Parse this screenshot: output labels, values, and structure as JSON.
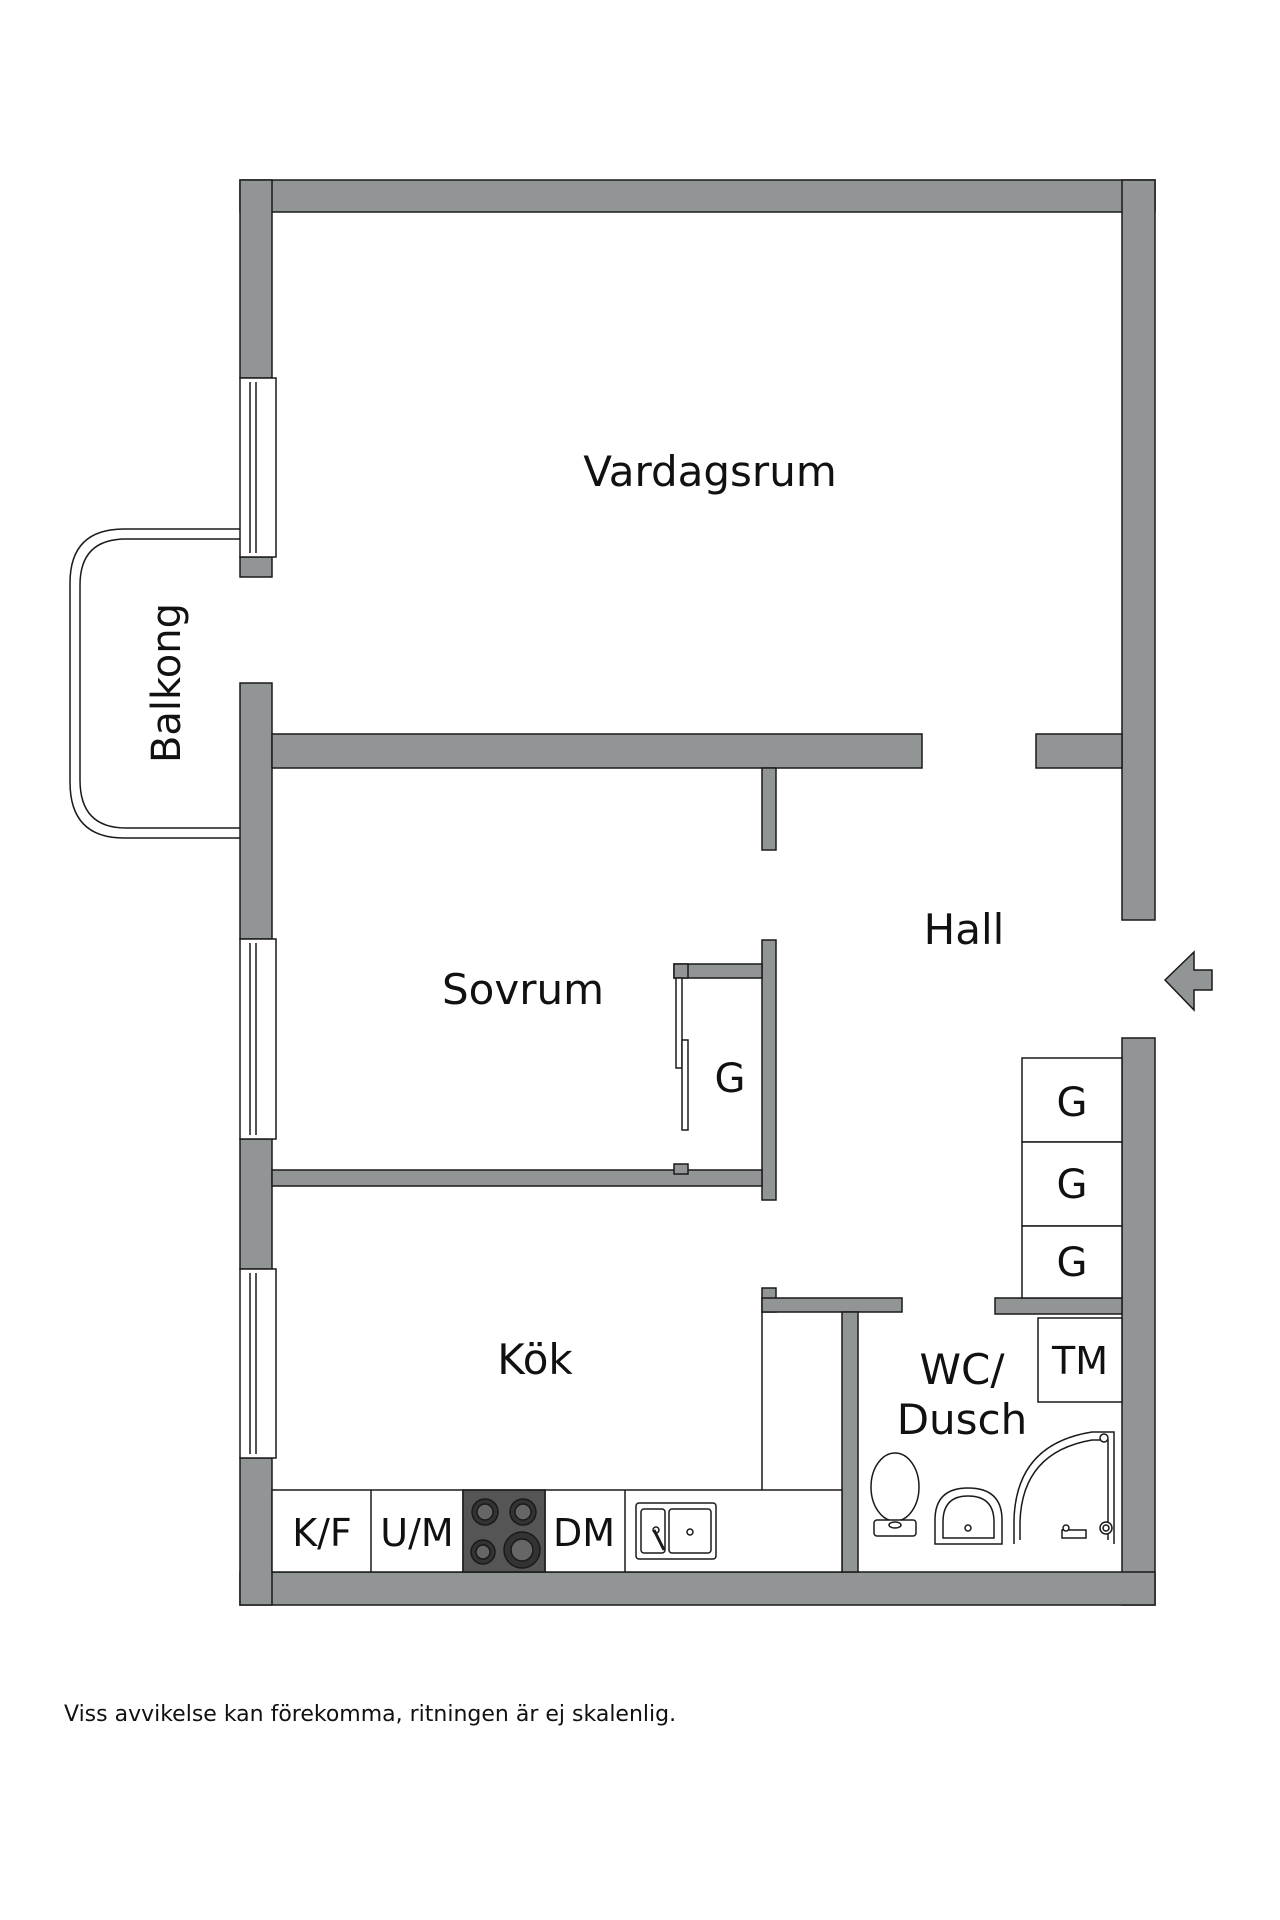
{
  "floorplan": {
    "rooms": {
      "living_room": "Vardagsrum",
      "balcony": "Balkong",
      "bedroom": "Sovrum",
      "hall": "Hall",
      "kitchen": "Kök",
      "bathroom_line1": "WC/",
      "bathroom_line2": "Dusch"
    },
    "closets": {
      "bedroom_closet": "G",
      "hall_closet_1": "G",
      "hall_closet_2": "G",
      "hall_closet_3": "G"
    },
    "appliances": {
      "fridge_freezer": "K/F",
      "oven_microwave": "U/M",
      "dishwasher": "DM",
      "washing_machine": "TM"
    },
    "colors": {
      "wall": "#919596",
      "wall_outline": "#1a1a1a",
      "background": "#ffffff",
      "stove": "#555555",
      "entrance_arrow": "#919596"
    }
  },
  "footer": {
    "disclaimer": "Viss avvikelse kan förekomma, ritningen är ej skalenlig."
  }
}
